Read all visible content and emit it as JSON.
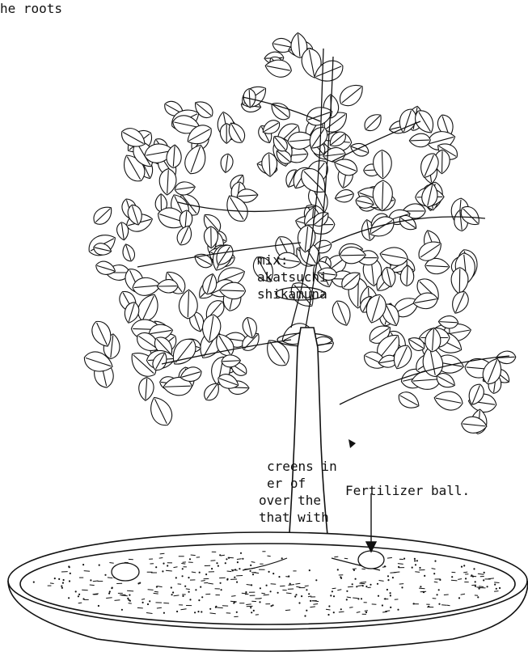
{
  "text_fragments": {
    "roots": "he roots",
    "mix_title": "mix:",
    "mix_line1": "akatsuchi",
    "mix_line2": "shikamuna",
    "screens_line1": "creens in",
    "screens_line2": "er of",
    "screens_line3": "over the",
    "screens_line4": "that with"
  },
  "callouts": {
    "fertilizer": "Fertilizer ball."
  },
  "colors": {
    "ink": "#111111",
    "paper": "#ffffff"
  }
}
